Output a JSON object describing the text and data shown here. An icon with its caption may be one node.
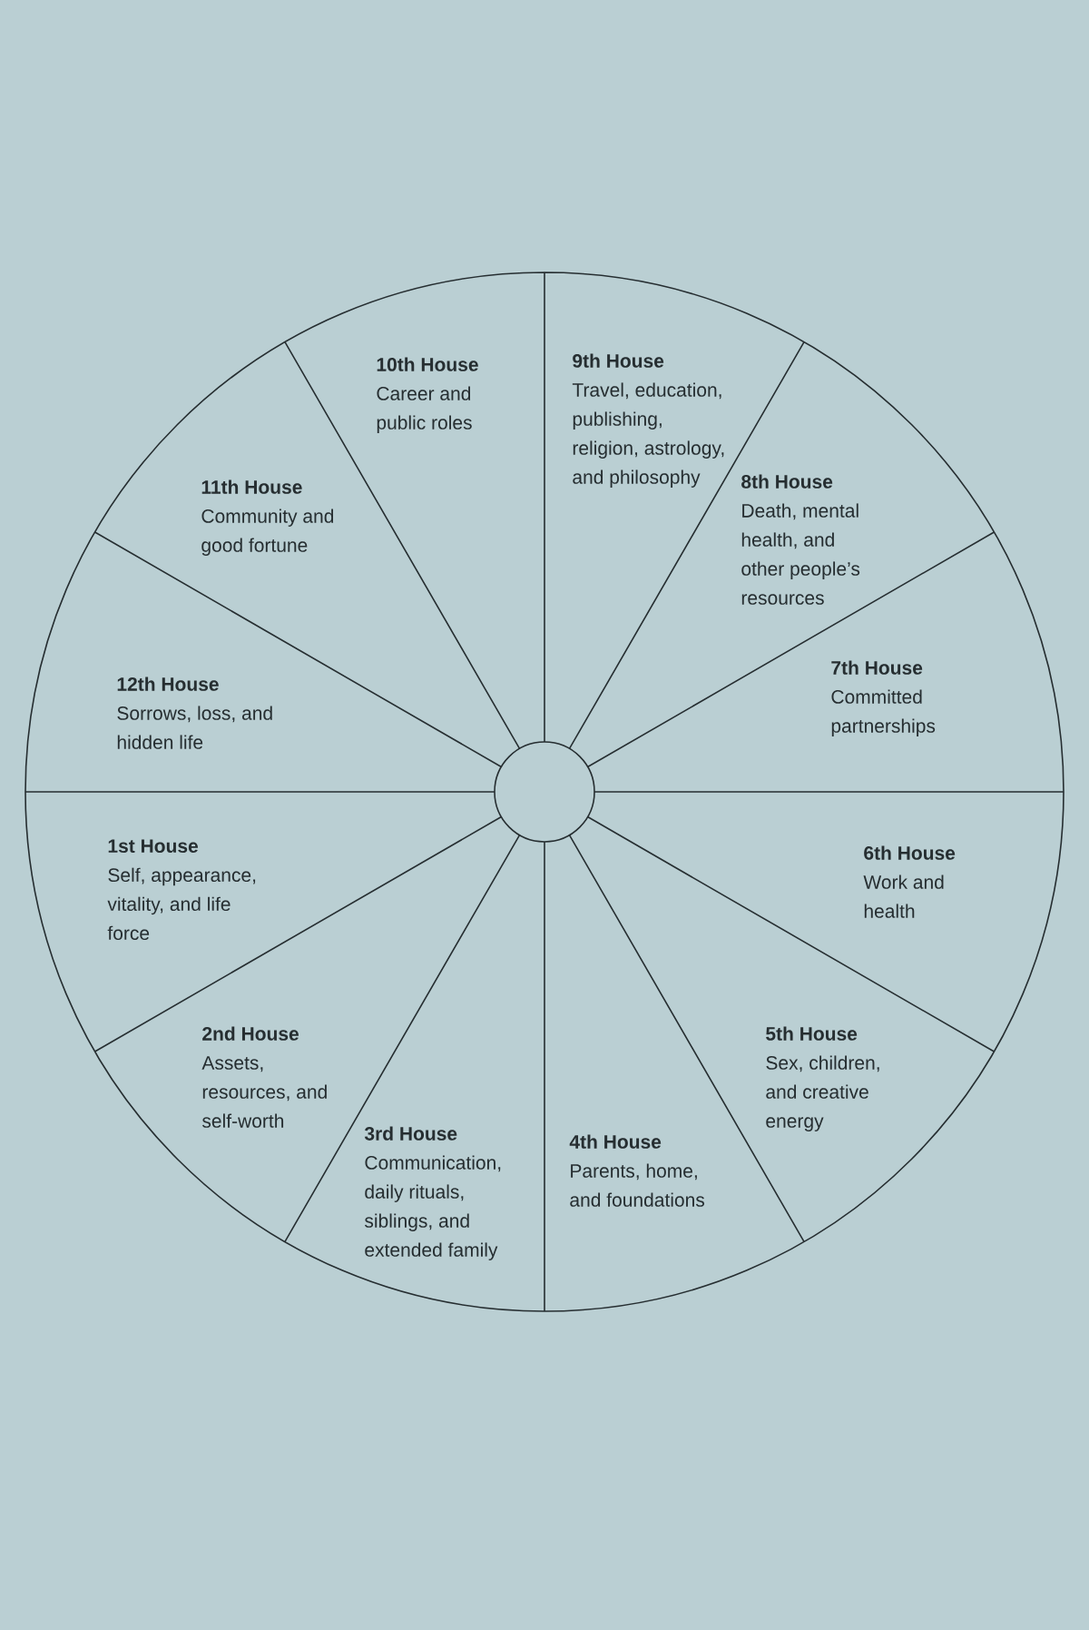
{
  "diagram": {
    "nodes": [
      {
        "text": [
          "10th House",
          "Career and public roles"
        ]
      },
      {
        "text": [
          "9th House",
          "Travel, education, publishing, religion, astrology, and philosophy"
        ]
      },
      {
        "text": [
          "8th House",
          "Death, mental health, and other people’s resources"
        ]
      },
      {
        "text": [
          "7th House",
          "Committed partnerships"
        ]
      },
      {
        "text": [
          "11th House",
          "Community and good fortune"
        ]
      },
      {
        "text": [
          "12th House",
          "Sorrows, loss, and hidden life"
        ]
      },
      {
        "text": [],
        "shape": "circle"
      },
      {
        "text": [
          "1st House",
          "Self, appearance, vitality, and life force"
        ]
      },
      {
        "text": [
          "6th House",
          "Work and health"
        ]
      },
      {
        "text": [
          "2nd House",
          "Assets, resources, and self-worth"
        ]
      },
      {
        "text": [
          "5th House",
          "Sex, children, and creative energy"
        ]
      },
      {
        "text": [
          "3rd House",
          "Communication, daily rituals, siblings, and extended family"
        ]
      },
      {
        "text": [
          "4th House",
          "Parents, home, and foundations"
        ]
      }
    ],
    "edges": []
  }
}
